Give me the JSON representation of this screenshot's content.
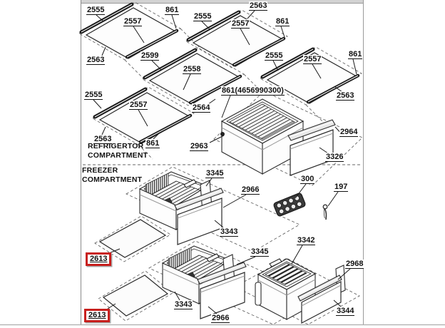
{
  "diagram": {
    "type": "appliance-exploded-parts-diagram",
    "accent_color": "#c8201e",
    "line_color": "#2a2a2a",
    "frame_color": "#9a9a9a"
  },
  "sections": {
    "refrigerator": {
      "title_line1": "REFRIGERTOR",
      "title_line2": "COMPARTMENT"
    },
    "freezer": {
      "title_line1": "FREEZER",
      "title_line2": "COMPARTMENT"
    }
  },
  "parts": {
    "p2555": "2555",
    "p2557": "2557",
    "p861": "861",
    "p2563": "2563",
    "p2599": "2599",
    "p2558": "2558",
    "p2564": "2564",
    "p861_full": "861(4656990300)",
    "p2963": "2963",
    "p2964": "2964",
    "p3326": "3326",
    "p3345": "3345",
    "p2966": "2966",
    "p3343": "3343",
    "p300": "300",
    "p197": "197",
    "p2613": "2613",
    "p3342": "3342",
    "p2968": "2968",
    "p3344": "3344"
  },
  "highlighted_parts": [
    "2613"
  ]
}
